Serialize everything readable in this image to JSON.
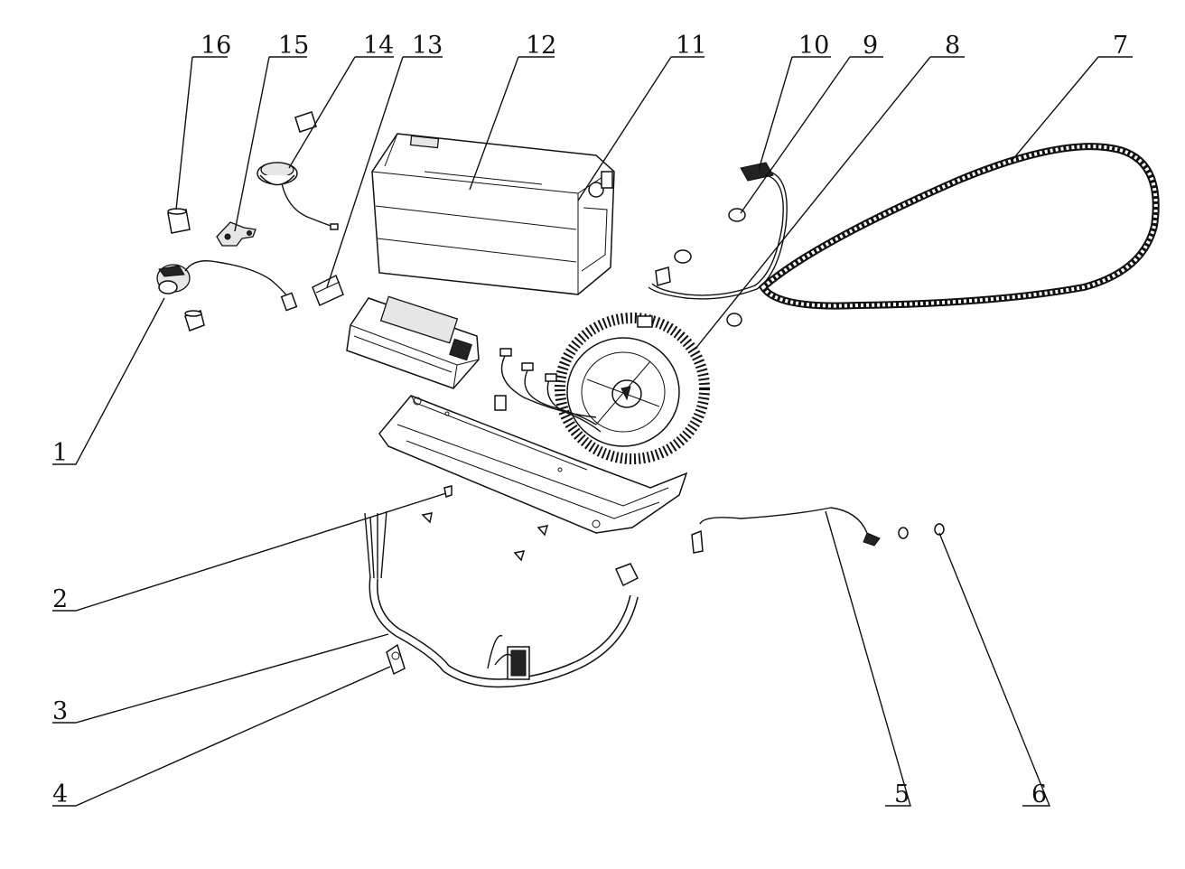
{
  "diagram": {
    "kind": "exploded parts view",
    "callouts": [
      {
        "id": "1",
        "label": "1"
      },
      {
        "id": "2",
        "label": "2"
      },
      {
        "id": "3",
        "label": "3"
      },
      {
        "id": "4",
        "label": "4"
      },
      {
        "id": "5",
        "label": "5"
      },
      {
        "id": "6",
        "label": "6"
      },
      {
        "id": "7",
        "label": "7"
      },
      {
        "id": "8",
        "label": "8"
      },
      {
        "id": "9",
        "label": "9"
      },
      {
        "id": "10",
        "label": "10"
      },
      {
        "id": "11",
        "label": "11"
      },
      {
        "id": "12",
        "label": "12"
      },
      {
        "id": "13",
        "label": "13"
      },
      {
        "id": "14",
        "label": "14"
      },
      {
        "id": "15",
        "label": "15"
      },
      {
        "id": "16",
        "label": "16"
      }
    ]
  }
}
